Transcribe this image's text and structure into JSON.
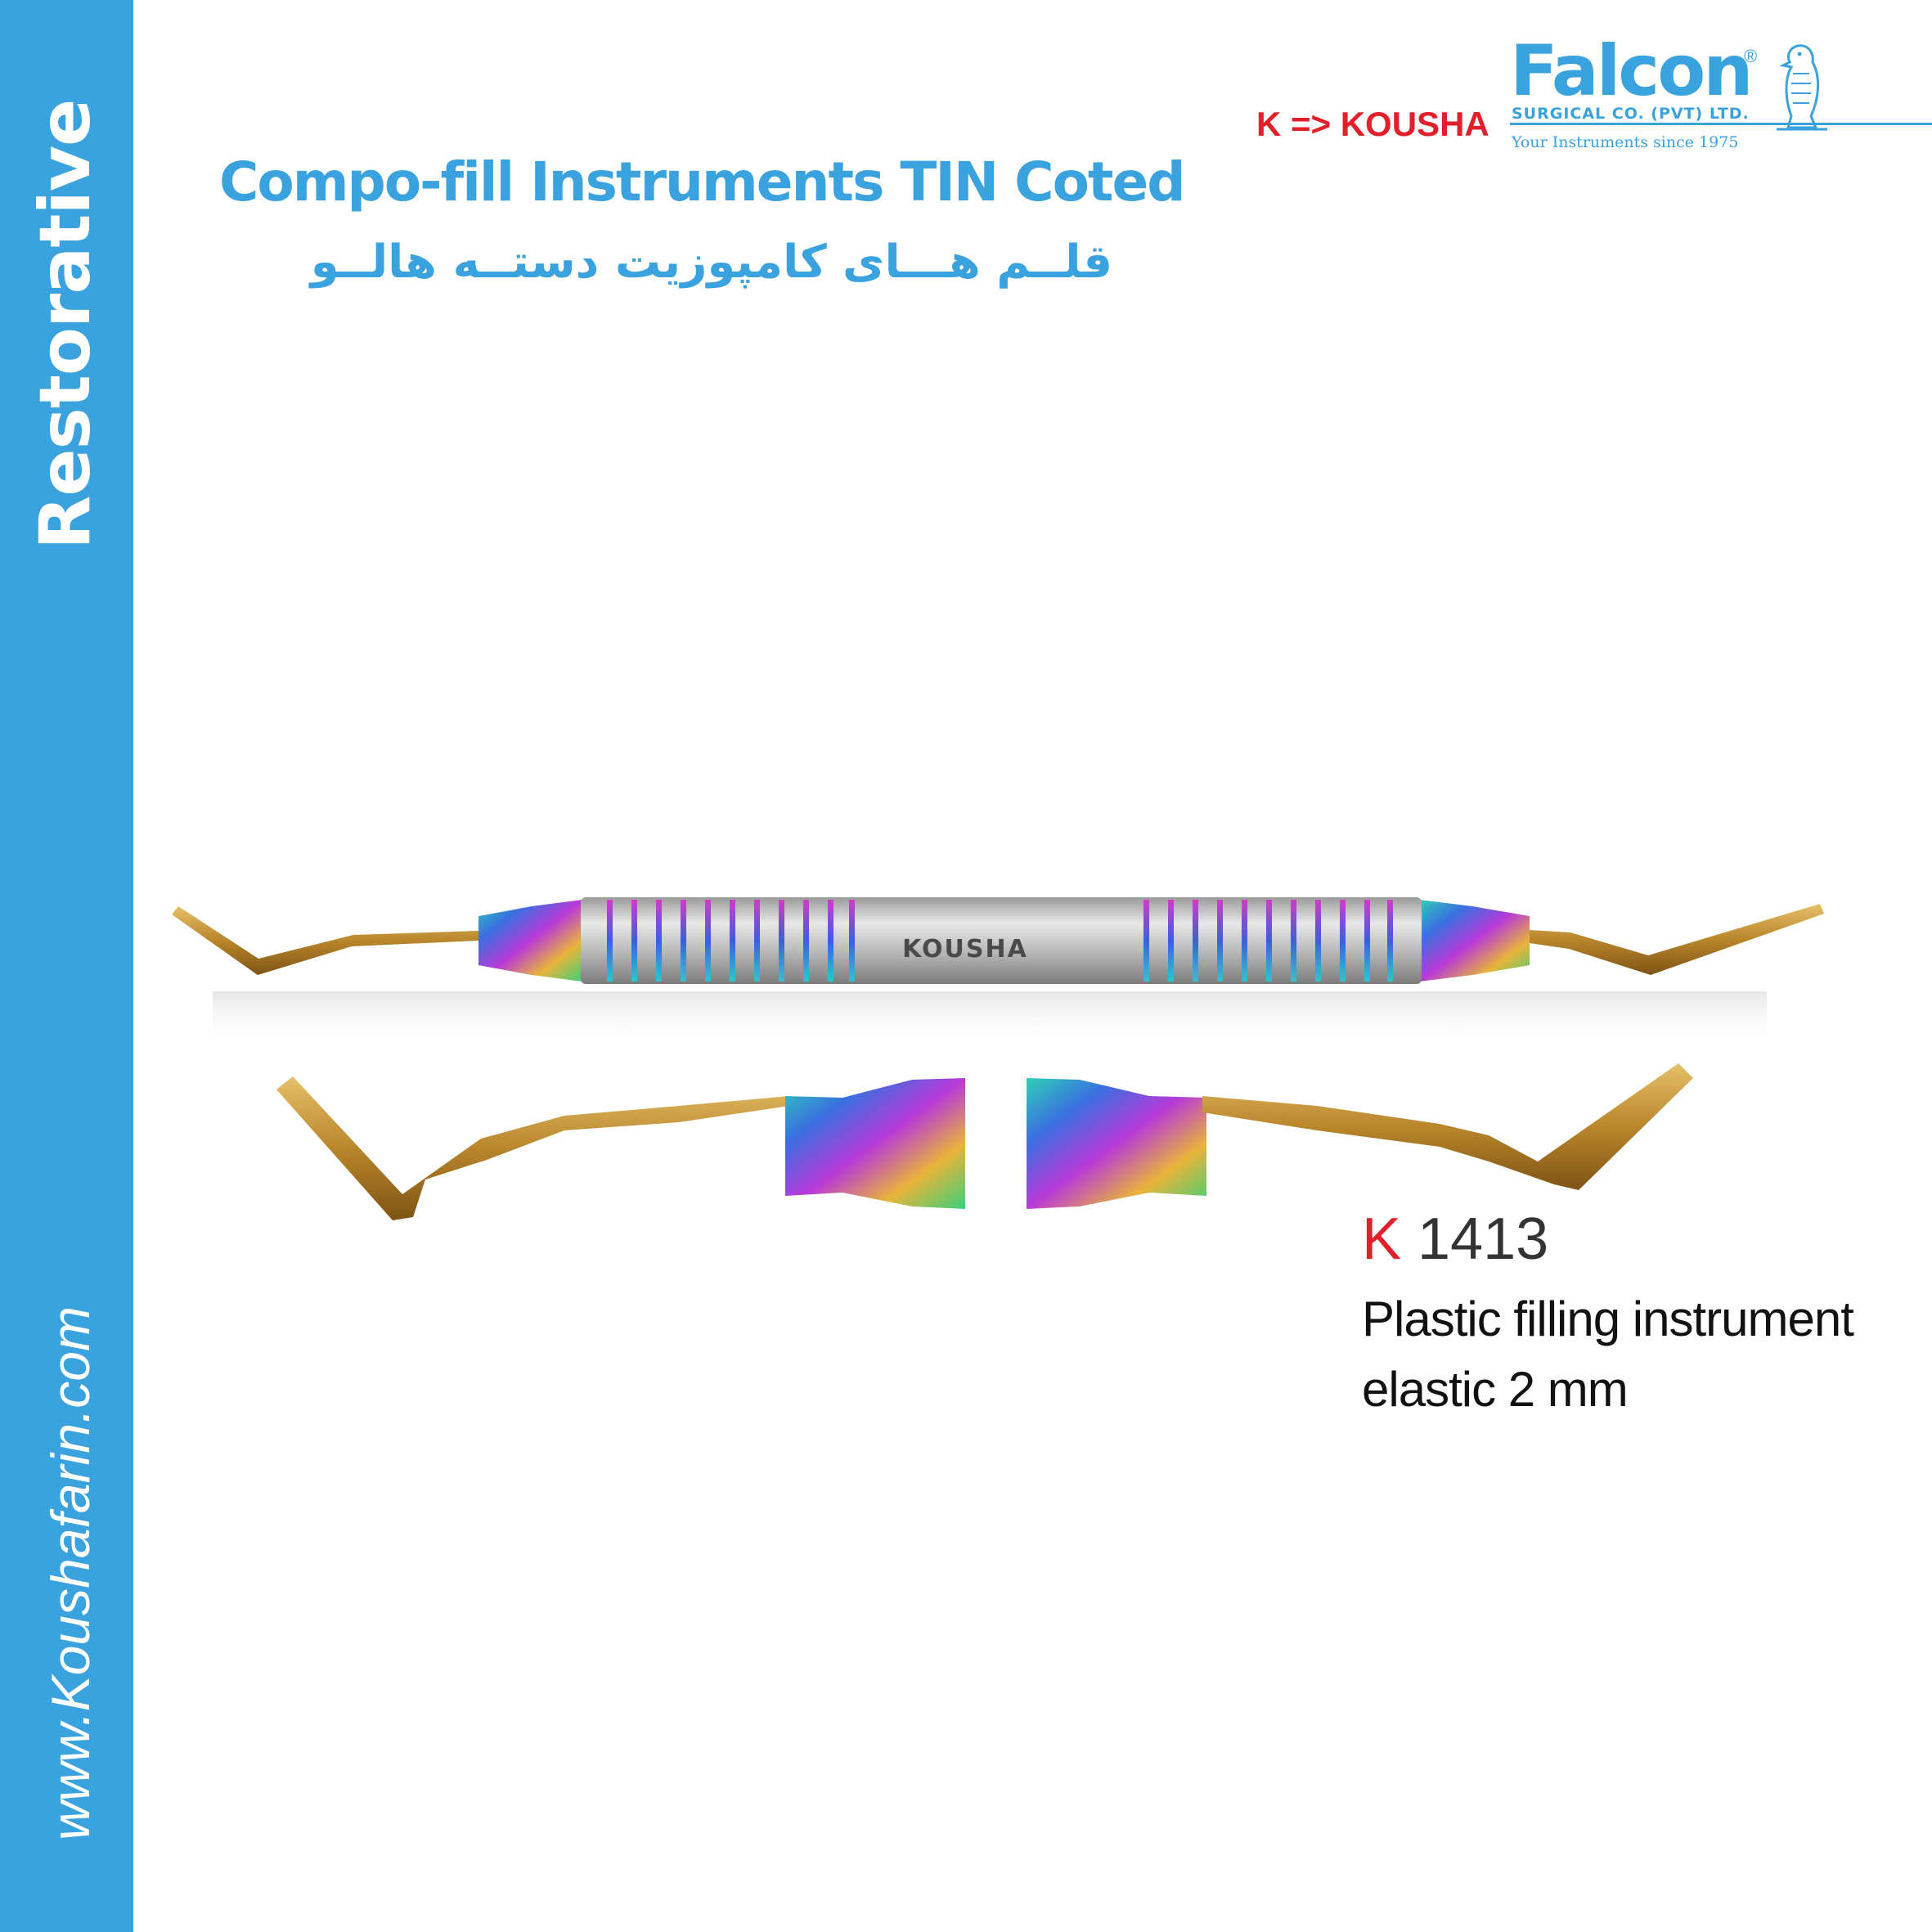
{
  "sidebar": {
    "section_label": "Restorative",
    "website": "www.Koushafarin.com"
  },
  "header": {
    "title": "Compo-fill Instruments TIN Coted",
    "subtitle_fa": "قلــم هـــای کامپوزیت دستــه هالــو",
    "kousha_note": "K => KOUSHA"
  },
  "brand": {
    "name": "Falcon",
    "registered": "®",
    "subline": "SURGICAL CO. (PVT) LTD.",
    "slogan": "Your Instruments since 1975",
    "logo_icon": "falcon-bird-icon"
  },
  "product": {
    "handle_engraving": "KOUSHA",
    "code_prefix": "K",
    "code_number": "1413",
    "description_line1": "Plastic filling instrument",
    "description_line2": "elastic 2 mm"
  },
  "colors": {
    "accent_blue": "#3aa2de",
    "code_red": "#e0202b",
    "tip_gold": "#c8962e"
  }
}
